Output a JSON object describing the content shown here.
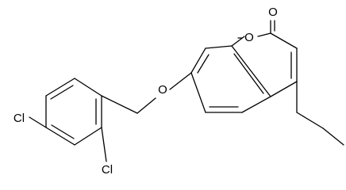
{
  "molecule": {
    "atoms": {
      "carbonyl_oxygen": "O",
      "ring_oxygen": "O",
      "ether_oxygen": "O",
      "chlorine_para": "Cl",
      "chlorine_ortho": "Cl"
    }
  },
  "colors": {
    "bond": "#000000",
    "label": "#000000",
    "background": "#ffffff"
  }
}
